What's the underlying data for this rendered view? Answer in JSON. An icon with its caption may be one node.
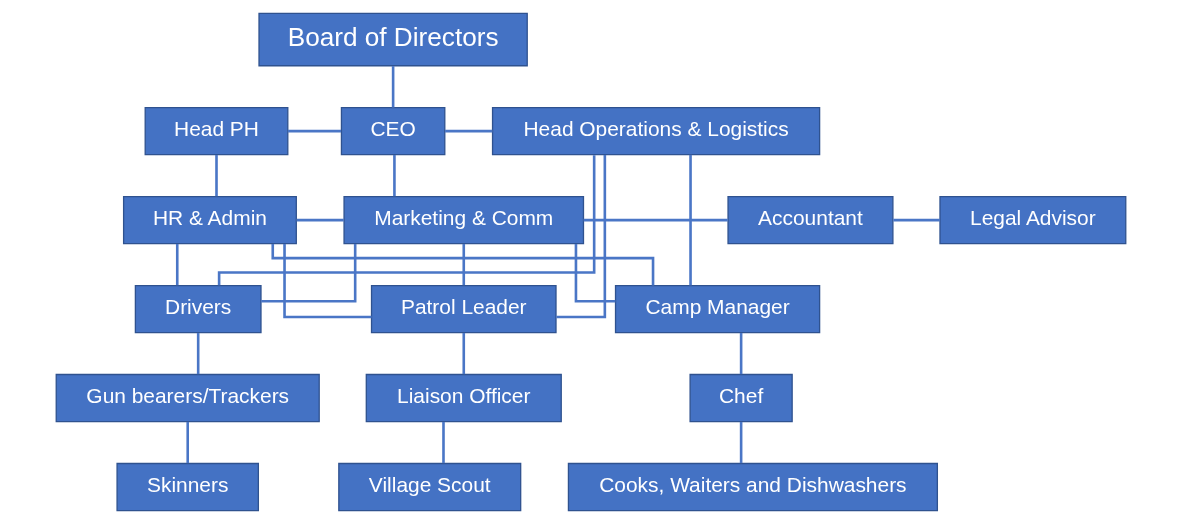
{
  "diagram": {
    "nodes": [
      {
        "text": [
          "Board of Directors"
        ]
      },
      {
        "text": [
          "Head PH"
        ]
      },
      {
        "text": [
          "CEO"
        ]
      },
      {
        "text": [
          "Head Operations & Logistics"
        ]
      },
      {
        "text": [
          "HR & Admin"
        ]
      },
      {
        "text": [
          "Marketing & Comm"
        ]
      },
      {
        "text": [
          "Accountant"
        ]
      },
      {
        "text": [
          "Legal Advisor"
        ]
      },
      {
        "text": [
          "Drivers"
        ]
      },
      {
        "text": [
          "Patrol Leader"
        ]
      },
      {
        "text": [
          "Camp Manager"
        ]
      },
      {
        "text": [
          "Gun bearers/Trackers"
        ]
      },
      {
        "text": [
          "Liaison Officer"
        ]
      },
      {
        "text": [
          "Chef"
        ]
      },
      {
        "text": [
          "Skinners"
        ]
      },
      {
        "text": [
          "Village Scout"
        ]
      },
      {
        "text": [
          "Cooks, Waiters and Dishwashers"
        ]
      }
    ],
    "edges": [
      {
        "from": 0,
        "to": 2,
        "arrow": "none"
      },
      {
        "from": 1,
        "to": 2,
        "arrow": "none"
      },
      {
        "from": 2,
        "to": 3,
        "arrow": "none"
      },
      {
        "from": 1,
        "to": 4,
        "arrow": "none"
      },
      {
        "from": 2,
        "to": 5,
        "arrow": "none"
      },
      {
        "from": 4,
        "to": 5,
        "arrow": "none"
      },
      {
        "from": 5,
        "to": 6,
        "arrow": "none"
      },
      {
        "from": 6,
        "to": 7,
        "arrow": "none"
      },
      {
        "from": 4,
        "to": 8,
        "arrow": "none"
      },
      {
        "from": 4,
        "to": 9,
        "arrow": "none"
      },
      {
        "from": 4,
        "to": 10,
        "arrow": "none"
      },
      {
        "from": 5,
        "to": 8,
        "arrow": "none"
      },
      {
        "from": 5,
        "to": 9,
        "arrow": "none"
      },
      {
        "from": 5,
        "to": 10,
        "arrow": "none"
      },
      {
        "from": 3,
        "to": 8,
        "arrow": "none"
      },
      {
        "from": 3,
        "to": 9,
        "arrow": "none"
      },
      {
        "from": 3,
        "to": 10,
        "arrow": "none"
      },
      {
        "from": 8,
        "to": 11,
        "arrow": "none"
      },
      {
        "from": 11,
        "to": 14,
        "arrow": "none"
      },
      {
        "from": 9,
        "to": 12,
        "arrow": "none"
      },
      {
        "from": 12,
        "to": 15,
        "arrow": "none"
      },
      {
        "from": 10,
        "to": 13,
        "arrow": "none"
      },
      {
        "from": 13,
        "to": 16,
        "arrow": "none"
      }
    ]
  }
}
